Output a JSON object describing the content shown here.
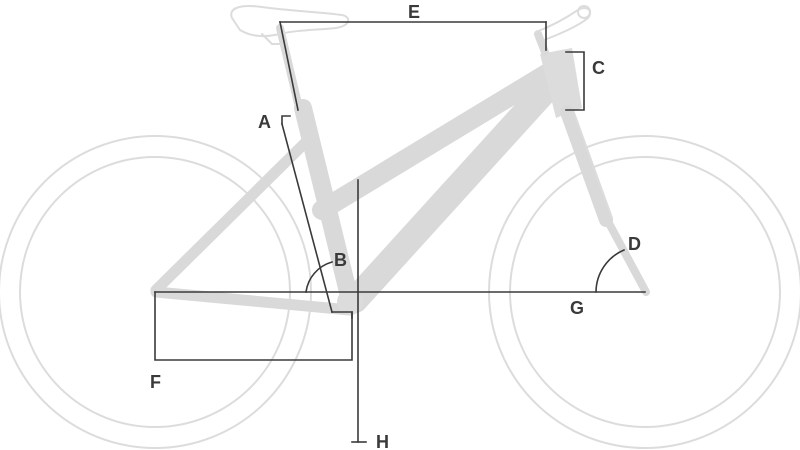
{
  "diagram": {
    "labels": {
      "A": "A",
      "B": "B",
      "C": "C",
      "D": "D",
      "E": "E",
      "F": "F",
      "G": "G",
      "H": "H"
    },
    "colors": {
      "bike": "#dcdcdc",
      "dimension_lines": "#3a3a3a"
    }
  }
}
